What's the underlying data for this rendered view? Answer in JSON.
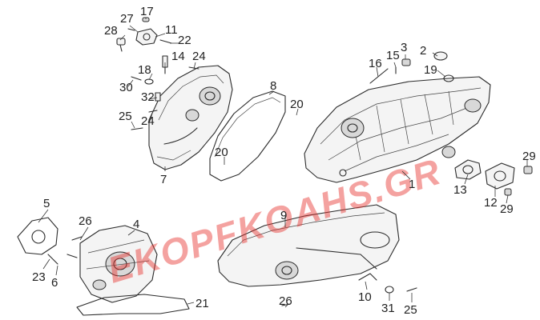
{
  "watermark": {
    "text": "EKOPFKOAHS.GR",
    "color": "#e8332f"
  },
  "callouts": [
    {
      "id": "27",
      "label": "27"
    },
    {
      "id": "17",
      "label": "17"
    },
    {
      "id": "28",
      "label": "28"
    },
    {
      "id": "11",
      "label": "11"
    },
    {
      "id": "22",
      "label": "22"
    },
    {
      "id": "14",
      "label": "14"
    },
    {
      "id": "24a",
      "label": "24"
    },
    {
      "id": "18",
      "label": "18"
    },
    {
      "id": "30",
      "label": "30"
    },
    {
      "id": "32",
      "label": "32"
    },
    {
      "id": "24b",
      "label": "24"
    },
    {
      "id": "25a",
      "label": "25"
    },
    {
      "id": "7",
      "label": "7"
    },
    {
      "id": "8",
      "label": "8"
    },
    {
      "id": "20a",
      "label": "20"
    },
    {
      "id": "20b",
      "label": "20"
    },
    {
      "id": "16",
      "label": "16"
    },
    {
      "id": "15",
      "label": "15"
    },
    {
      "id": "3",
      "label": "3"
    },
    {
      "id": "2",
      "label": "2"
    },
    {
      "id": "19",
      "label": "19"
    },
    {
      "id": "1",
      "label": "1"
    },
    {
      "id": "29a",
      "label": "29"
    },
    {
      "id": "13",
      "label": "13"
    },
    {
      "id": "12",
      "label": "12"
    },
    {
      "id": "29b",
      "label": "29"
    },
    {
      "id": "5",
      "label": "5"
    },
    {
      "id": "26a",
      "label": "26"
    },
    {
      "id": "4",
      "label": "4"
    },
    {
      "id": "23",
      "label": "23"
    },
    {
      "id": "6",
      "label": "6"
    },
    {
      "id": "21",
      "label": "21"
    },
    {
      "id": "9",
      "label": "9"
    },
    {
      "id": "26b",
      "label": "26"
    },
    {
      "id": "10",
      "label": "10"
    },
    {
      "id": "31",
      "label": "31"
    },
    {
      "id": "25b",
      "label": "25"
    }
  ]
}
